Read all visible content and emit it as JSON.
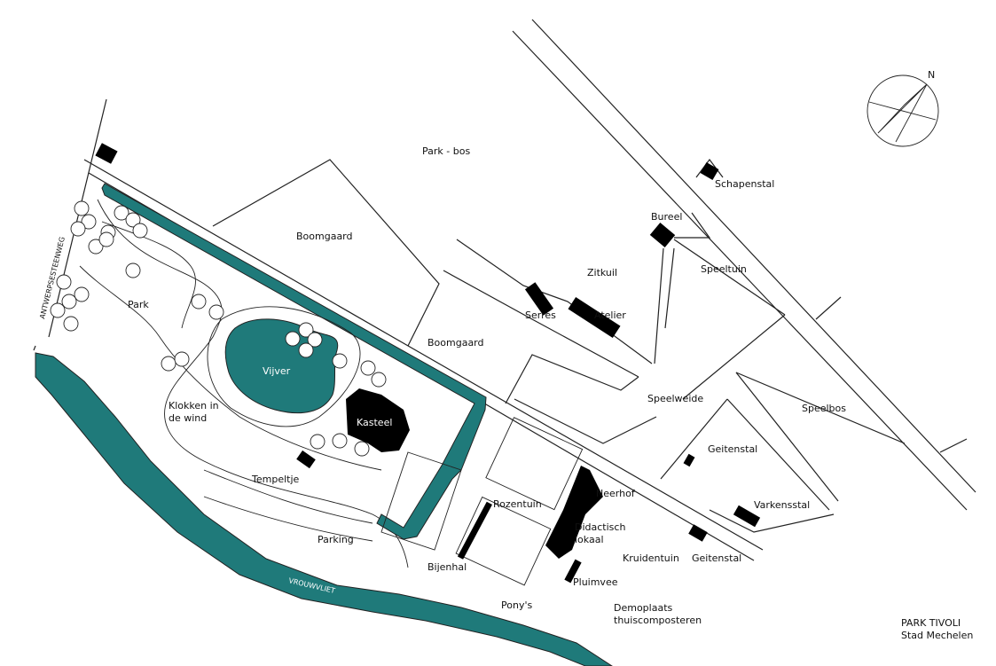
{
  "map": {
    "title_line1": "PARK TIVOLI",
    "title_line2": "Stad Mechelen",
    "compass_label": "N",
    "labels": {
      "park_bos": "Park - bos",
      "schapenstal": "Schapenstal",
      "bureel": "Bureel",
      "boomgaard_north": "Boomgaard",
      "zitkuil": "Zitkuil",
      "speeltuin": "Speeltuin",
      "serres": "Serres",
      "atelier": "Atelier",
      "boomgaard_south": "Boomgaard",
      "park": "Park",
      "vijver": "Vijver",
      "kasteel": "Kasteel",
      "klokken_line1": "Klokken in",
      "klokken_line2": "de wind",
      "speelweide": "Speelweide",
      "speelbos": "Speelbos",
      "geitenstal_east": "Geitenstal",
      "tempeltje": "Tempeltje",
      "neerhof": "Neerhof",
      "rozentuin": "Rozentuin",
      "varkensstal": "Varkensstal",
      "didactisch_line1": "Didactisch",
      "didactisch_line2": "lokaal",
      "parking": "Parking",
      "kruidentuin": "Kruidentuin",
      "geitenstal_south": "Geitenstal",
      "bijenhal": "Bijenhal",
      "pluimvee": "Pluimvee",
      "ponys": "Pony's",
      "demoplaats_line1": "Demoplaats",
      "demoplaats_line2": "thuiscomposteren",
      "antwerpsesteenweg": "ANTWERPSESTEENWEG",
      "vrouwvliet": "VROUWVLIET"
    },
    "colors": {
      "water": "#1f7a7a",
      "building": "#000000",
      "line": "#222222"
    }
  }
}
